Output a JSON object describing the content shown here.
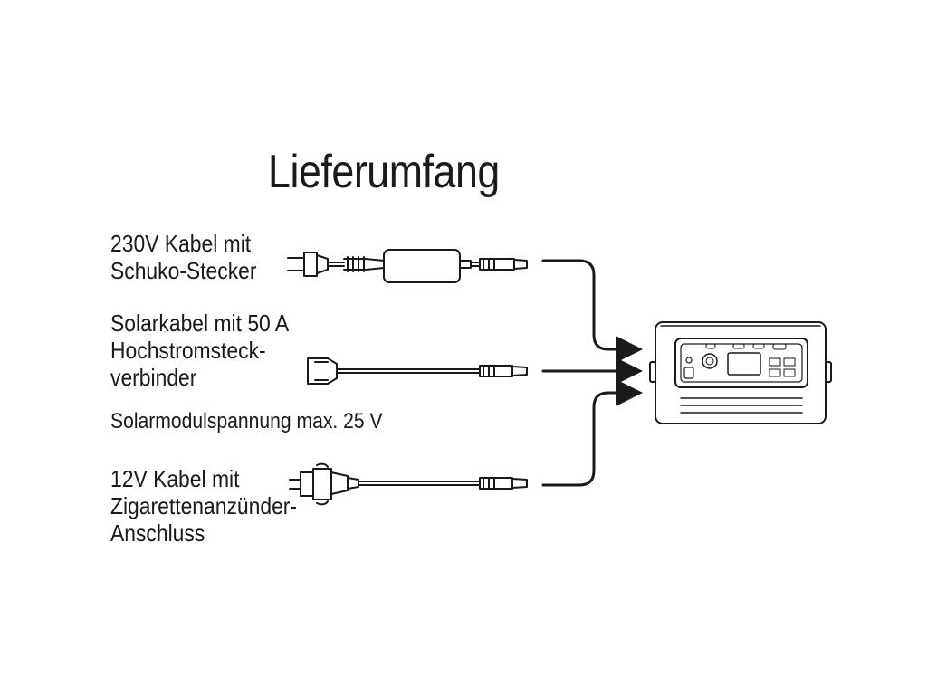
{
  "title": "Lieferumfang",
  "items": [
    {
      "lines": [
        "230V Kabel mit",
        "Schuko-Stecker"
      ]
    },
    {
      "lines": [
        "Solarkabel mit 50 A",
        "Hochstromsteck-",
        "verbinder"
      ]
    },
    {
      "lines": [
        "12V Kabel mit",
        "Zigarettenanzünder-",
        "Anschluss"
      ]
    }
  ],
  "solar_note": "Solarmodulspannung max. 25 V",
  "colors": {
    "line": "#1a1a1a",
    "background": "#ffffff"
  }
}
